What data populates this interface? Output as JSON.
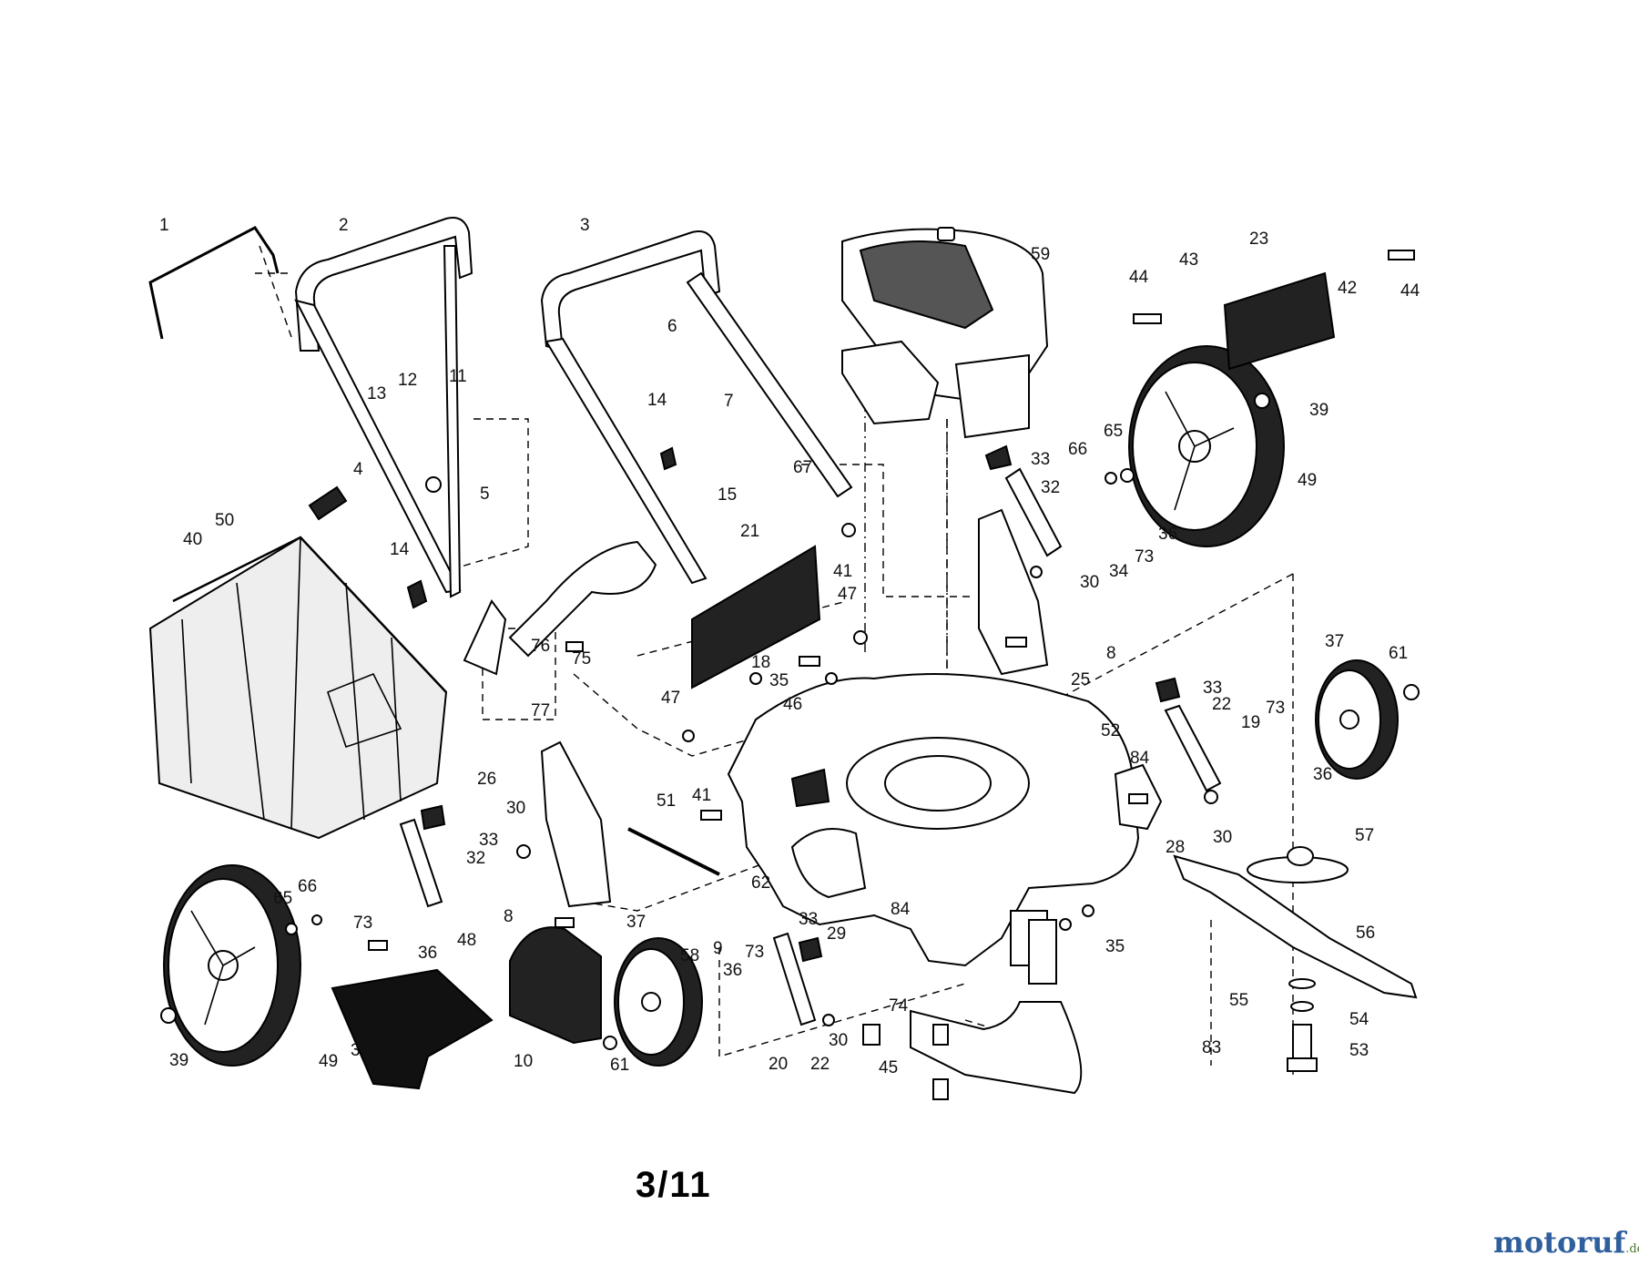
{
  "diagram": {
    "page_label": "3/11",
    "watermark": {
      "brand": "motoruf",
      "tld": ".de"
    },
    "part_labels": [
      "1",
      "2",
      "3",
      "4",
      "5",
      "6",
      "7",
      "8",
      "8",
      "9",
      "10",
      "11",
      "12",
      "13",
      "14",
      "14",
      "15",
      "18",
      "19",
      "20",
      "21",
      "22",
      "22",
      "23",
      "25",
      "26",
      "28",
      "29",
      "30",
      "30",
      "30",
      "30",
      "31",
      "32",
      "32",
      "33",
      "33",
      "33",
      "33",
      "34",
      "35",
      "35",
      "36",
      "36",
      "36",
      "36",
      "37",
      "37",
      "39",
      "39",
      "40",
      "41",
      "41",
      "42",
      "43",
      "44",
      "44",
      "45",
      "46",
      "47",
      "47",
      "48",
      "49",
      "49",
      "50",
      "51",
      "52",
      "53",
      "54",
      "55",
      "56",
      "57",
      "58",
      "59",
      "61",
      "61",
      "62",
      "65",
      "65",
      "66",
      "66",
      "67",
      "73",
      "73",
      "73",
      "73",
      "74",
      "75",
      "76",
      "77",
      "83",
      "84",
      "84"
    ]
  }
}
